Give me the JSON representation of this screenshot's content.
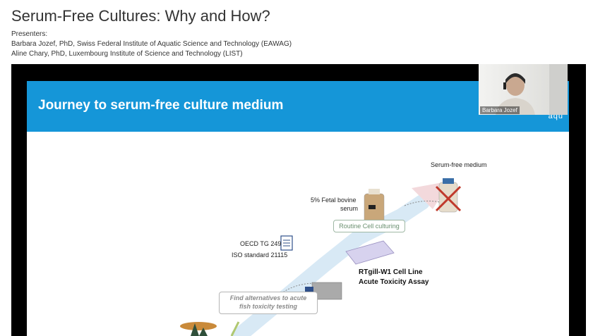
{
  "page": {
    "title": "Serum-Free Cultures: Why and How?",
    "presenters_label": "Presenters:",
    "presenters": [
      "Barbara Jozef, PhD, Swiss Federal Institute of Aquatic Science and Technology (EAWAG)",
      "Aline Chary, PhD, Luxembourg Institute of Science and Technology (LIST)"
    ]
  },
  "slide": {
    "title": "Journey to serum-free culture medium",
    "brand": "aqu",
    "serum_free_label": "Serum-free medium",
    "fbs_line1": "5%  Fetal bovine",
    "fbs_line2": "serum",
    "routine_label": "Routine Cell culturing",
    "oecd_label": "OECD TG  249",
    "iso_label": "ISO standard 21115",
    "cell_line_line1": "RTgill-W1 Cell Line",
    "cell_line_line2": "Acute Toxicity Assay",
    "alternatives_line1": "Find alternatives to acute",
    "alternatives_line2": "fish toxicity testing"
  },
  "webcam": {
    "name": "Barbara Jozef"
  },
  "colors": {
    "header_blue": "#1596d8",
    "pill_green": "#6a8f6f"
  }
}
